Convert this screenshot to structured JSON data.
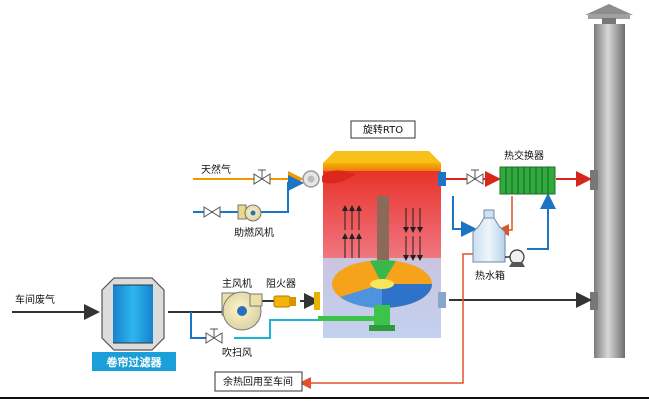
{
  "labels": {
    "rto": "旋转RTO",
    "natural_gas": "天然气",
    "combustion_fan": "助燃风机",
    "heat_exchanger": "热交换器",
    "hot_water_tank": "热水箱",
    "workshop_exhaust": "车间废气",
    "main_fan": "主风机",
    "flame_arrester": "阻火器",
    "purge_air": "吹扫风",
    "filter": "卷帘过滤器",
    "heat_recovery": "余热回用至车间"
  },
  "colors": {
    "flue_gas": "#d9261c",
    "natural_gas": "#f39800",
    "air": "#1b74c4",
    "water": "#1b74c4",
    "exhaust": "#333333",
    "purge": "#17b5d6",
    "recovery": "#e0522a",
    "stack": "#8a8a8a",
    "filter_badge": "#1a9fd8"
  }
}
